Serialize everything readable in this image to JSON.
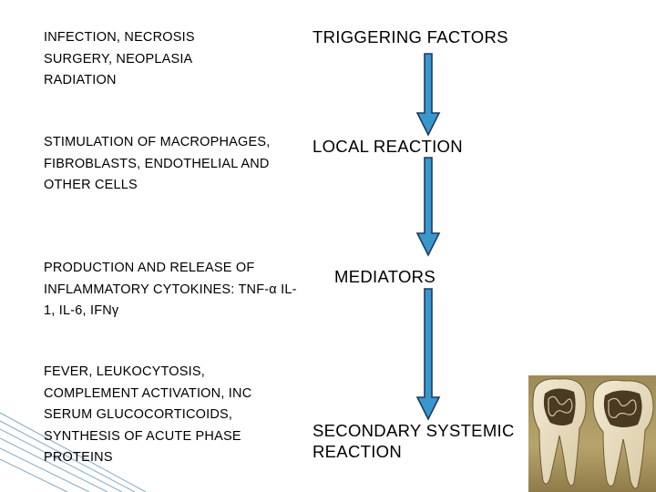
{
  "colors": {
    "arrow_fill": "#3a97cc",
    "arrow_stroke": "#1e3a60",
    "decoration": "#5a8fb0"
  },
  "causes": [
    "INFECTION, NECROSIS\nSURGERY,  NEOPLASIA\nRADIATION",
    "STIMULATION OF MACROPHAGES,\nFIBROBLASTS, ENDOTHELIAL AND\nOTHER CELLS",
    "PRODUCTION AND RELEASE OF\nINFLAMMATORY CYTOKINES: TNF-α IL-\n1, IL-6, IFNγ",
    "FEVER, LEUKOCYTOSIS,\nCOMPLEMENT ACTIVATION, INC\nSERUM GLUCOCORTICOIDS,\nSYNTHESIS OF ACUTE PHASE\nPROTEINS"
  ],
  "stages": [
    "TRIGGERING FACTORS",
    "LOCAL REACTION",
    "MEDIATORS",
    "SECONDARY SYSTEMIC\nREACTION"
  ],
  "image": {
    "icon": "cross-section-teeth-photo"
  }
}
